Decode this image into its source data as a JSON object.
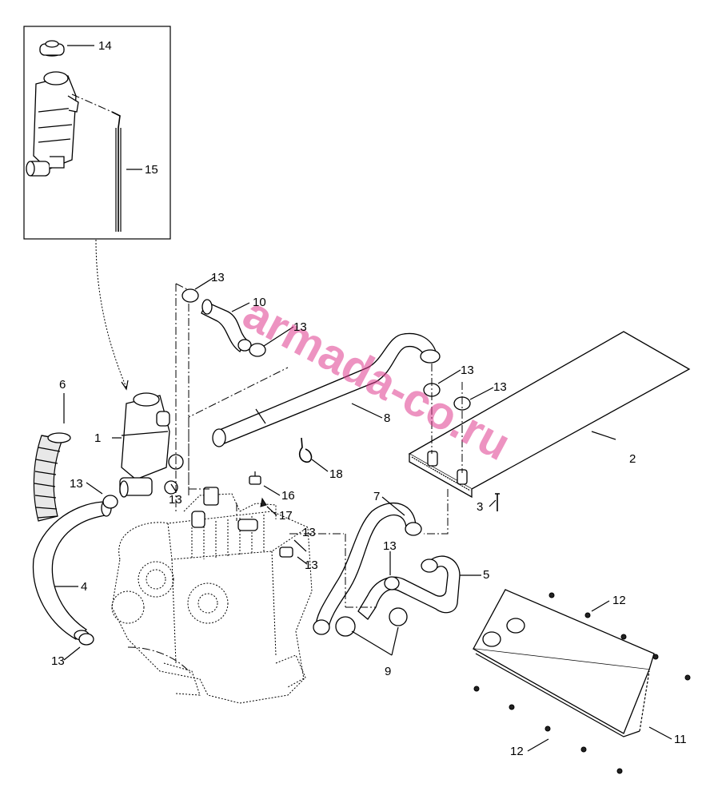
{
  "watermark": "armada-co.ru",
  "callouts": [
    {
      "id": "c1",
      "label": "1"
    },
    {
      "id": "c2",
      "label": "2"
    },
    {
      "id": "c3",
      "label": "3"
    },
    {
      "id": "c4",
      "label": "4"
    },
    {
      "id": "c5",
      "label": "5"
    },
    {
      "id": "c6",
      "label": "6"
    },
    {
      "id": "c7",
      "label": "7"
    },
    {
      "id": "c8",
      "label": "8"
    },
    {
      "id": "c9",
      "label": "9"
    },
    {
      "id": "c10",
      "label": "10"
    },
    {
      "id": "c11",
      "label": "11"
    },
    {
      "id": "c12a",
      "label": "12"
    },
    {
      "id": "c12b",
      "label": "12"
    },
    {
      "id": "c13a",
      "label": "13"
    },
    {
      "id": "c13b",
      "label": "13"
    },
    {
      "id": "c13c",
      "label": "13"
    },
    {
      "id": "c13d",
      "label": "13"
    },
    {
      "id": "c13e",
      "label": "13"
    },
    {
      "id": "c13f",
      "label": "13"
    },
    {
      "id": "c13g",
      "label": "13"
    },
    {
      "id": "c13h",
      "label": "13"
    },
    {
      "id": "c13i",
      "label": "13"
    },
    {
      "id": "c13j",
      "label": "13"
    },
    {
      "id": "c14",
      "label": "14"
    },
    {
      "id": "c15",
      "label": "15"
    },
    {
      "id": "c16",
      "label": "16"
    },
    {
      "id": "c17",
      "label": "17"
    },
    {
      "id": "c18",
      "label": "18"
    }
  ]
}
